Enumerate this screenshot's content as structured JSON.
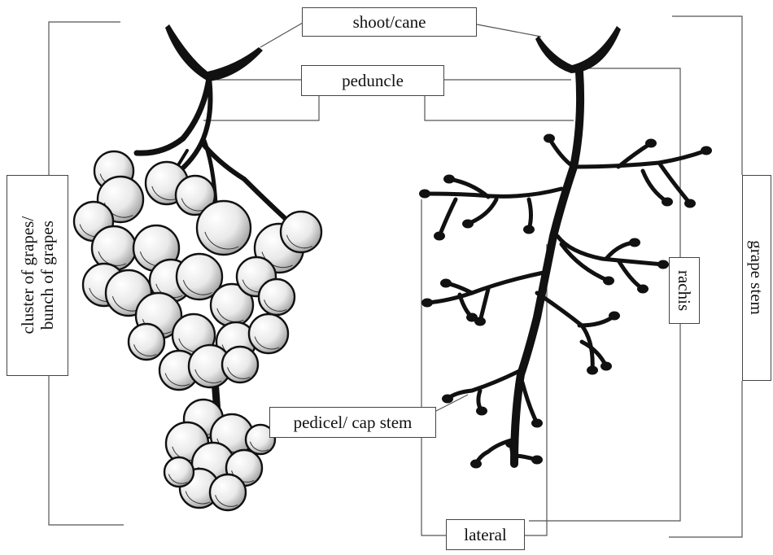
{
  "labels": {
    "shoot_cane": "shoot/cane",
    "peduncle": "peduncle",
    "cluster_line1": "cluster of grapes/",
    "cluster_line2": "bunch of grapes",
    "grape_stem": "grape stem",
    "rachis": "rachis",
    "pedicel": "pedicel/ cap stem",
    "lateral": "lateral"
  },
  "colors": {
    "ink": "#111111",
    "leader": "#555555",
    "berry_fill": "#f2f2f2"
  }
}
